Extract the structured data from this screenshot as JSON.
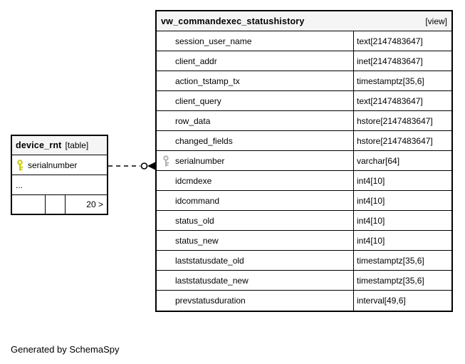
{
  "diagram": {
    "footer_note": "Generated by SchemaSpy"
  },
  "colors": {
    "border": "#000000",
    "header_bg": "#f5f5f5",
    "primary_key_icon": "#cccc00",
    "foreign_key_icon": "#b3b3b3"
  },
  "device_table": {
    "title": "device_rnt",
    "kind_label": "[table]",
    "columns": [
      {
        "name": "serialnumber",
        "key": "primary"
      }
    ],
    "more_columns_label": "...",
    "stats": {
      "children_count": "20 >"
    }
  },
  "view_table": {
    "title": "vw_commandexec_statushistory",
    "kind_label": "[view]",
    "columns": [
      {
        "name": "session_user_name",
        "type": "text[2147483647]",
        "key": null
      },
      {
        "name": "client_addr",
        "type": "inet[2147483647]",
        "key": null
      },
      {
        "name": "action_tstamp_tx",
        "type": "timestamptz[35,6]",
        "key": null
      },
      {
        "name": "client_query",
        "type": "text[2147483647]",
        "key": null
      },
      {
        "name": "row_data",
        "type": "hstore[2147483647]",
        "key": null
      },
      {
        "name": "changed_fields",
        "type": "hstore[2147483647]",
        "key": null
      },
      {
        "name": "serialnumber",
        "type": "varchar[64]",
        "key": "foreign"
      },
      {
        "name": "idcmdexe",
        "type": "int4[10]",
        "key": null
      },
      {
        "name": "idcommand",
        "type": "int4[10]",
        "key": null
      },
      {
        "name": "status_old",
        "type": "int4[10]",
        "key": null
      },
      {
        "name": "status_new",
        "type": "int4[10]",
        "key": null
      },
      {
        "name": "laststatusdate_old",
        "type": "timestamptz[35,6]",
        "key": null
      },
      {
        "name": "laststatusdate_new",
        "type": "timestamptz[35,6]",
        "key": null
      },
      {
        "name": "prevstatusduration",
        "type": "interval[49,6]",
        "key": null
      }
    ]
  },
  "relationship": {
    "from": "device_rnt.serialnumber",
    "to": "vw_commandexec_statushistory.serialnumber",
    "line_style": "dashed"
  }
}
